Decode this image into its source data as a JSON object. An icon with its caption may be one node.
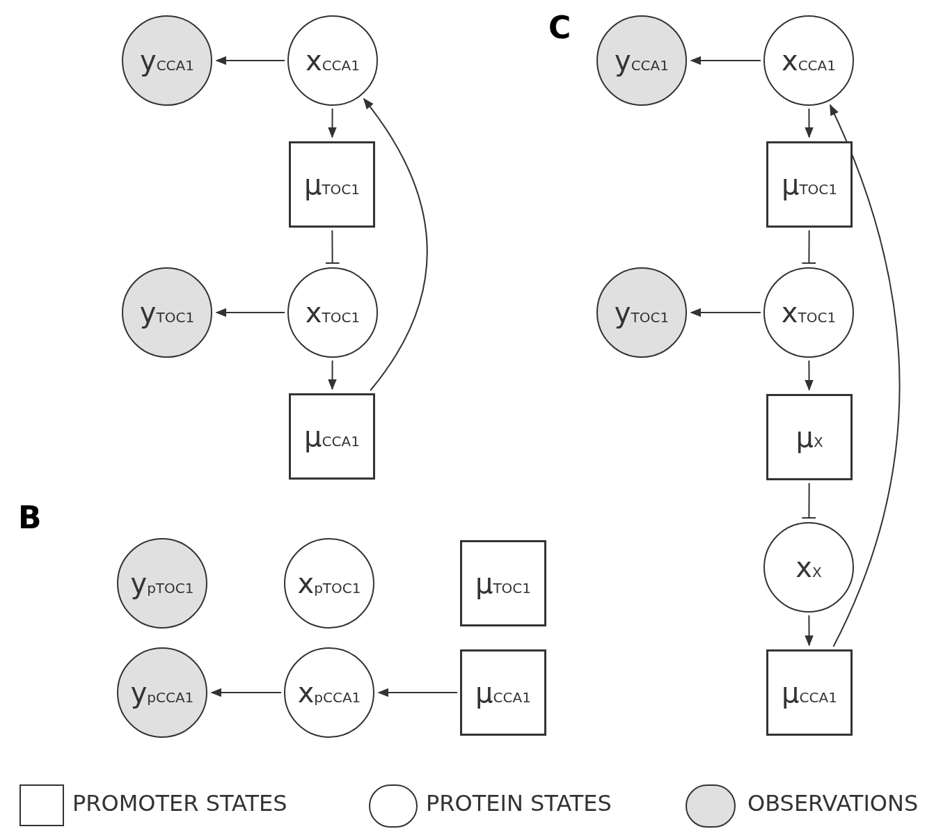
{
  "diagram": {
    "nodes": [
      {
        "text": [
          "y$_{CCA1}$"
        ]
      },
      {
        "text": [
          "x$_{CCA1}$"
        ]
      },
      {
        "text": [
          "μ$_{TOC1}$"
        ]
      },
      {
        "text": [
          "y$_{TOC1}$"
        ]
      },
      {
        "text": [
          "x$_{TOC1}$"
        ]
      },
      {
        "text": [
          "μ$_{CCA1}$"
        ]
      },
      {
        "text": [
          "y$_{CCA1}$"
        ]
      },
      {
        "text": [
          "x$_{CCA1}$"
        ]
      },
      {
        "text": [
          "μ$_{TOC1}$"
        ]
      },
      {
        "text": [
          "y$_{TOC1}$"
        ]
      },
      {
        "text": [
          "x$_{TOC1}$"
        ]
      },
      {
        "text": [
          "μ$_{X}$"
        ]
      },
      {
        "text": [
          "x$_{X}$"
        ]
      },
      {
        "text": [
          "μ$_{CCA1}$"
        ]
      },
      {
        "text": [
          "y$_{pTOC1}$"
        ]
      },
      {
        "text": [
          "x$_{pTOC1}$"
        ]
      },
      {
        "text": [
          "μ$_{TOC1}$"
        ]
      },
      {
        "text": [
          "y$_{pCCA1}$"
        ]
      },
      {
        "text": [
          "x$_{pCCA1}$"
        ]
      },
      {
        "text": [
          "μ$_{CCA1}$"
        ]
      }
    ],
    "edges": [
      {
        "from": 1,
        "to": 0,
        "arrow": "to"
      },
      {
        "from": 1,
        "to": 2,
        "arrow": "to"
      },
      {
        "from": 2,
        "to": 4,
        "arrow": "other"
      },
      {
        "from": 4,
        "to": 3,
        "arrow": "to"
      },
      {
        "from": 4,
        "to": 5,
        "arrow": "to"
      },
      {
        "from": 5,
        "to": 1,
        "arrow": "to"
      },
      {
        "from": 7,
        "to": 6,
        "arrow": "to"
      },
      {
        "from": 7,
        "to": 8,
        "arrow": "to"
      },
      {
        "from": 8,
        "to": 10,
        "arrow": "other"
      },
      {
        "from": 10,
        "to": 9,
        "arrow": "to"
      },
      {
        "from": 10,
        "to": 11,
        "arrow": "to"
      },
      {
        "from": 11,
        "to": 12,
        "arrow": "other"
      },
      {
        "from": 12,
        "to": 13,
        "arrow": "to"
      },
      {
        "from": 13,
        "to": 7,
        "arrow": "to"
      },
      {
        "from": 18,
        "to": 17,
        "arrow": "to"
      },
      {
        "from": 19,
        "to": 18,
        "arrow": "to"
      }
    ],
    "labels": [
      "C",
      "B"
    ],
    "legend": [
      {
        "text": "PROMOTER STATES"
      },
      {
        "text": "PROTEIN STATES"
      },
      {
        "text": "OBSERVATIONS"
      }
    ]
  }
}
